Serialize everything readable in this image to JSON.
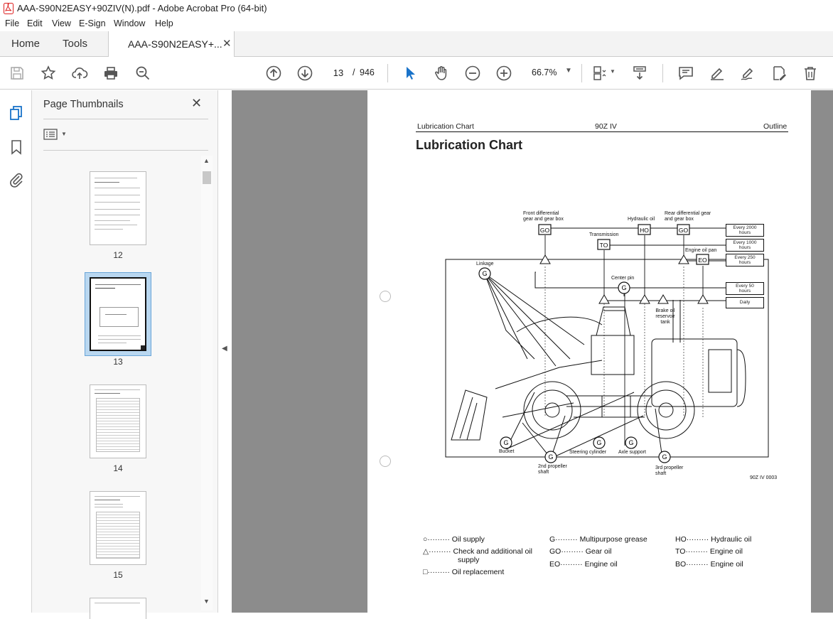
{
  "window": {
    "title": "AAA-S90N2EASY+90ZIV(N).pdf - Adobe Acrobat Pro (64-bit)"
  },
  "menu": [
    "File",
    "Edit",
    "View",
    "E-Sign",
    "Window",
    "Help"
  ],
  "tabs": {
    "home": "Home",
    "tools": "Tools",
    "document": "AAA-S90N2EASY+..."
  },
  "toolbar": {
    "page_current": "13",
    "page_sep": "/",
    "page_total": "946",
    "zoom": "66.7%"
  },
  "panel": {
    "title": "Page Thumbnails"
  },
  "thumbnails": [
    {
      "label": "12"
    },
    {
      "label": "13"
    },
    {
      "label": "14"
    },
    {
      "label": "15"
    }
  ],
  "doc": {
    "header_left": "Lubrication Chart",
    "header_center": "90Z IV",
    "header_right": "Outline",
    "title": "Lubrication Chart",
    "figure_id": "90Z IV 0003",
    "labels": {
      "front_diff": "Front differential",
      "front_diff2": "gear and gear box",
      "transmission": "Transmission",
      "hydraulic": "Hydraulic oil",
      "rear_diff": "Rear differential gear",
      "rear_diff2": "and gear box",
      "engine_pan": "Engine oil pan",
      "linkage": "Linkage",
      "center_pin": "Center pin",
      "brake": "Brake oil",
      "brake2": "reservoir",
      "brake3": "tank",
      "bucket": "Bucket",
      "steering": "Steering cylinder",
      "axle": "Axle support",
      "prop2": "2nd propeller",
      "prop2b": "shaft",
      "prop3": "3rd propeller",
      "prop3b": "shaft"
    },
    "codes": {
      "go": "G O",
      "to": "T O",
      "ho": "H O",
      "gc": "G O",
      "eo": "E O",
      "g": "G"
    },
    "intervals": [
      {
        "a": "Every 2000",
        "b": "hours"
      },
      {
        "a": "Every 1000",
        "b": "hours"
      },
      {
        "a": "Every 250",
        "b": "hours"
      },
      {
        "a": "Every 50",
        "b": "hours"
      },
      {
        "a": "Daily",
        "b": ""
      }
    ],
    "legend": {
      "oil_supply": "Oil supply",
      "check": "Check and additional oil",
      "check2": "supply",
      "replace": "Oil replacement",
      "g": "G",
      "g_desc": "Multipurpose grease",
      "go": "GO",
      "go_desc": "Gear oil",
      "eo": "EO",
      "eo_desc": "Engine oil",
      "ho": "HO",
      "ho_desc": "Hydraulic oil",
      "to": "TO",
      "to_desc": "Engine oil",
      "bo": "BO",
      "bo_desc": "Engine oil",
      "dots": "·········"
    }
  }
}
